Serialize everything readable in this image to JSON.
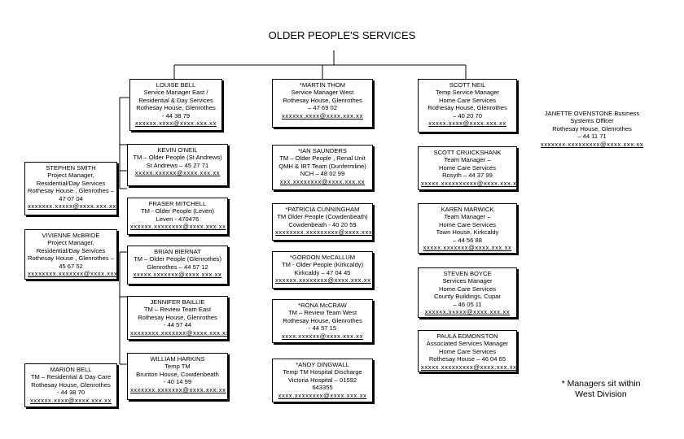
{
  "title": "OLDER PEOPLE'S SERVICES",
  "footnote": [
    "* Managers sit within",
    "West Division"
  ],
  "boxes": [
    {
      "id": "louise",
      "name": "LOUISE BELL",
      "lines": [
        "Service Manager East /",
        "Residential & Day Services",
        "Rothesay House, Glenrothes",
        "-  44 38 79"
      ],
      "email": "xxxxxx.xxxx@xxxx.xxx.xx"
    },
    {
      "id": "martin",
      "name": "*MARTIN THOM",
      "lines": [
        "Service Manager West",
        "Rothesay House, Glenrothes",
        "– 47 69 02"
      ],
      "email": "xxxxxx.xxxx@xxxx.xxx.xx"
    },
    {
      "id": "scott-neil",
      "name": "SCOTT NEIL",
      "lines": [
        "Temp Service Manager",
        "Home Care Services",
        "Rothesay House, Glenrothes",
        "– 40 20 70"
      ],
      "email": "xxxxx.xxxx@xxxx.xxx.xx"
    },
    {
      "id": "janette",
      "name": "JANETTE OVENSTONE Business",
      "lines": [
        "Systems Officer",
        "Rothesay House, Glenrothes",
        "–   44 11 71"
      ],
      "email": "xxxxxxx.xxxxxxxxx@xxxx.xxx.xx"
    },
    {
      "id": "stephen",
      "name": "STEPHEN SMITH",
      "lines": [
        "Project Manager,",
        "Residential/Day Services",
        "Rothesay House , Glenrothes –",
        "47 07 04"
      ],
      "email": "xxxxxxx.xxxxx@xxxx.xxx.xx"
    },
    {
      "id": "vivienne",
      "name": "VIVIENNE McBRIDE",
      "lines": [
        "Project Manager,",
        "Residential/Day Services",
        "Rothesay House , Glenrothes –",
        "45 67 52"
      ],
      "email": "xxxxxxxx.xxxxxxx@xxxx.xxx.xx"
    },
    {
      "id": "marion",
      "name": "MARION BELL",
      "lines": [
        "TM – Residential & Day Care",
        "Rothesay House, Glenrothes",
        "- 44 38 70"
      ],
      "email": "xxxxxx.xxxx@xxxx.xxx.xx"
    },
    {
      "id": "kevin",
      "name": "KEVIN O'NEIL",
      "lines": [
        "TM – Older People (St Andrews)",
        "St Andrews – 45 27 71"
      ],
      "email": "xxxxx.xxxxxx@xxxx.xxx.xx"
    },
    {
      "id": "fraser",
      "name": "FRASER MITCHELL",
      "lines": [
        "TM - Older People (Leven)",
        "Leven  -  470476"
      ],
      "email": "xxxxxx.xxxxxxxx@xxxx.xxx.xx"
    },
    {
      "id": "brian",
      "name": "BRIAN BIERNAT",
      "lines": [
        "TM – Older People (Glenrothes)",
        "Glenrothes – 44 57 12"
      ],
      "email": "xxxxx.xxxxxxx@xxxx.xxx.xx"
    },
    {
      "id": "jennifer",
      "name": "JENNIFER BAILLIE",
      "lines": [
        "TM – Review Team East",
        "Rothesay House, Glenrothes",
        "- 44 57 44"
      ],
      "email": "xxxxxxxx.xxxxxxx@xxxx.xxx.xx"
    },
    {
      "id": "william",
      "name": "WILLIAM HARKINS",
      "lines": [
        "Temp TM",
        "Brunton House, Cowdenbeath",
        "- 40 14 99"
      ],
      "email": "xxxxxxx.xxxxxxx@xxxx.xxx.xx"
    },
    {
      "id": "ian",
      "name": "*IAN SAUNDERS",
      "lines": [
        "TM – Older People , Renal Unit",
        "QMH & IRT Team (Dunfermline)",
        "NCH – 48 02 99"
      ],
      "email": "xxx.xxxxxxxx@xxxx.xxx.xx"
    },
    {
      "id": "patricia",
      "name": "*PATRICIA CUNNINGHAM",
      "lines": [
        "TM Older People (Cowdenbeath)",
        "Cowdenbeath - 40 20 59"
      ],
      "email": "xxxxxxxx.xxxxxxxxx@xxxx.xxx.xx"
    },
    {
      "id": "gordon",
      "name": "*GORDON McCALLUM",
      "lines": [
        "TM - Older People (Kirkcaldy)",
        "Kirkcaldy – 47 04 45"
      ],
      "email": "xxxxxx.xxxxxxxx@xxxx.xxx.xx"
    },
    {
      "id": "rona",
      "name": "*RONA McCRAW",
      "lines": [
        "TM – Review Team West",
        "Rothesay House, Glenrothes",
        "- 44 57 15"
      ],
      "email": "xxxx.xxxxxx@xxxx.xxx.xx"
    },
    {
      "id": "andy",
      "name": "*ANDY DINGWALL",
      "lines": [
        "Temp TM Hospital Discharge",
        "Victoria Hospital – 01592",
        "643355"
      ],
      "email": "xxxx.xxxxxxxx@xxxx.xxx.xx"
    },
    {
      "id": "scott-c",
      "name": "SCOTT CRUICKSHANK",
      "lines": [
        "Team Manager  –",
        "Home Care Services",
        "Rosyth – 44 37 99"
      ],
      "email": "xxxxx.xxxxxxxxxx@xxxx.xxx.xx"
    },
    {
      "id": "karen",
      "name": "KAREN MARWICK",
      "lines": [
        "Team Manager –",
        "Home Care Services",
        "Town House, Kirkcaldy",
        "– 44 56 88"
      ],
      "email": "xxxxx.xxxxxxx@xxxx.xxx.xx"
    },
    {
      "id": "steven",
      "name": "STEVEN BOYCE",
      "lines": [
        "Services Manager",
        "Home Care Services",
        "County Buildings, Cupar",
        "– 46 05 11"
      ],
      "email": "xxxxxx.xxxxx@xxxx.xxx.xx"
    },
    {
      "id": "paula",
      "name": "PAULA EDMONSTON",
      "lines": [
        "Associated Services Manager",
        "Home Care Services",
        "Rothesay House – 46 04 65"
      ],
      "email": "xxxxx.xxxxxxxxx@xxxx.xxx.xx"
    }
  ]
}
